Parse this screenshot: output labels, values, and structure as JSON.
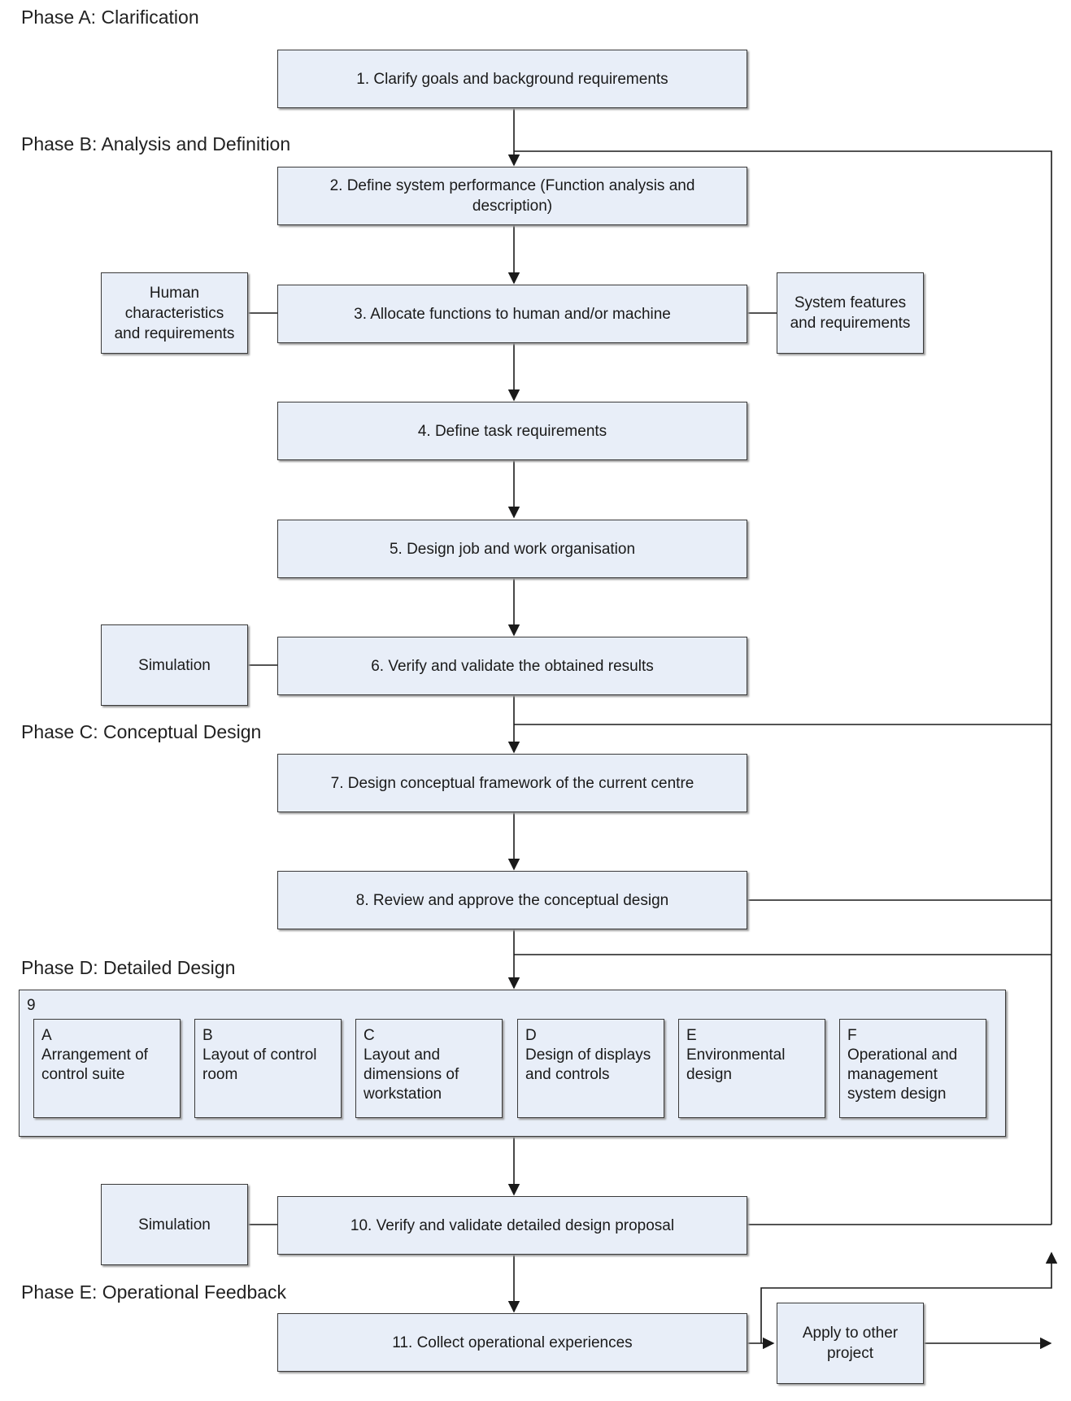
{
  "phases": {
    "a": "Phase A: Clarification",
    "b": "Phase B: Analysis and Definition",
    "c": "Phase C: Conceptual Design",
    "d": "Phase D: Detailed Design",
    "e": "Phase E: Operational Feedback"
  },
  "steps": {
    "s1": "1. Clarify goals and background requirements",
    "s2": "2. Define system performance (Function analysis and description)",
    "s3": "3. Allocate functions to human and/or machine",
    "s4": "4. Define task requirements",
    "s5": "5. Design job and work organisation",
    "s6": "6. Verify and validate the obtained results",
    "s7": "7. Design conceptual framework of the current centre",
    "s8": "8. Review and approve the conceptual design",
    "s10": "10. Verify and validate detailed design proposal",
    "s11": "11. Collect operational experiences"
  },
  "side_boxes": {
    "human": "Human characteristics and requirements",
    "system": "System features and requirements",
    "simulation_1": "Simulation",
    "simulation_2": "Simulation",
    "apply": "Apply to other project"
  },
  "step9": {
    "number": "9",
    "items": [
      {
        "letter": "A",
        "text": "Arrangement of control suite"
      },
      {
        "letter": "B",
        "text": "Layout of control room"
      },
      {
        "letter": "C",
        "text": "Layout and dimensions of workstation"
      },
      {
        "letter": "D",
        "text": "Design of displays and controls"
      },
      {
        "letter": "E",
        "text": "Environmental design"
      },
      {
        "letter": "F",
        "text": "Operational and management system design"
      }
    ]
  }
}
